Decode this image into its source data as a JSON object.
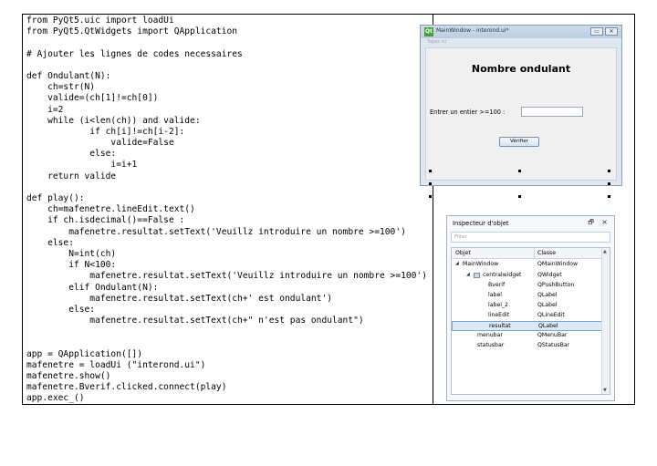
{
  "code_lines": [
    "from PyQt5.uic import loadUi",
    "from PyQt5.QtWidgets import QApplication",
    "",
    "# Ajouter les lignes de codes necessaires",
    "",
    "def Ondulant(N):",
    "    ch=str(N)",
    "    valide=(ch[1]!=ch[0])",
    "    i=2",
    "    while (i<len(ch)) and valide:",
    "            if ch[i]!=ch[i-2]:",
    "                valide=False",
    "            else:",
    "                i=i+1",
    "    return valide",
    "",
    "def play():",
    "    ch=mafenetre.lineEdit.text()",
    "    if ch.isdecimal()==False :",
    "        mafenetre.resultat.setText('Veuillz introduire un nombre >=100')",
    "    else:",
    "        N=int(ch)",
    "        if N<100:",
    "            mafenetre.resultat.setText('Veuillz introduire un nombre >=100')",
    "        elif Ondulant(N):",
    "            mafenetre.resultat.setText(ch+' est ondulant')",
    "        else:",
    "            mafenetre.resultat.setText(ch+\" n'est pas ondulant\")",
    "",
    "",
    "app = QApplication([])",
    "mafenetre = loadUi (\"interond.ui\")",
    "mafenetre.show()",
    "mafenetre.Bverif.clicked.connect(play)",
    "app.exec_()"
  ],
  "qt_window": {
    "logo": "Qt",
    "title": "MainWindow - interond.ui*",
    "menu_hint": "Tapez ici",
    "min_btn": "▭",
    "close_btn": "✕",
    "heading": "Nombre ondulant",
    "label": "Entrer un entier >=100 :",
    "lineedit_value": "",
    "button_label": "Vérifier"
  },
  "inspector": {
    "title": "Inspecteur d'objet",
    "float_icon": "🗗",
    "close_icon": "×",
    "filter_placeholder": "Filter",
    "col_object": "Objet",
    "col_class": "Classe",
    "rows": [
      {
        "object": "MainWindow",
        "class": "QMainWindow"
      },
      {
        "object": "centralwidget",
        "class": "QWidget"
      },
      {
        "object": "Bverif",
        "class": "QPushButton"
      },
      {
        "object": "label",
        "class": "QLabel"
      },
      {
        "object": "label_2",
        "class": "QLabel"
      },
      {
        "object": "lineEdit",
        "class": "QLineEdit"
      },
      {
        "object": "resultat",
        "class": "QLabel"
      },
      {
        "object": "menubar",
        "class": "QMenuBar"
      },
      {
        "object": "statusbar",
        "class": "QStatusBar"
      }
    ],
    "selected_row": "resultat"
  },
  "icons": {
    "expand": "◢",
    "scroll_up": "▲",
    "scroll_down": "▼"
  }
}
